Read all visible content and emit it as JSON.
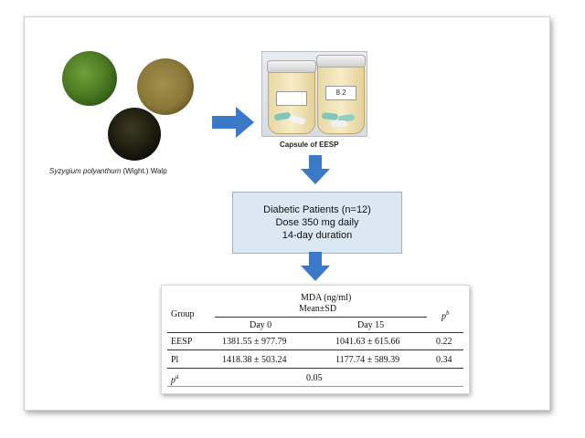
{
  "plant": {
    "name": "Syzygium polyanthum",
    "author": "(Wight.) Walp"
  },
  "capsule": {
    "jar_label_1": "",
    "jar_label_2": "8 2",
    "caption": "Capsule of EESP"
  },
  "treatment_box": {
    "line1": "Diabetic Patients (n=12)",
    "line2": "Dose 350 mg daily",
    "line3": "14-day duration"
  },
  "table": {
    "header": {
      "group": "Group",
      "measure": "MDA (ng/ml)",
      "stat": "Mean±SD",
      "p_b": "p",
      "p_b_sup": "b",
      "day0": "Day 0",
      "day15": "Day 15"
    },
    "rows": [
      {
        "group": "EESP",
        "day0": "1381.55 ± 977.79",
        "day15": "1041.63 ± 615.66",
        "p": "0.22"
      },
      {
        "group": "Pl",
        "day0": "1418.38 ± 503.24",
        "day15": "1177.74 ± 589.39",
        "p": "0.34"
      }
    ],
    "footer": {
      "label": "p",
      "label_sup": "a",
      "value": "0.05"
    }
  },
  "colors": {
    "arrow": "#3a78c8",
    "box_fill": "#dbe8f3"
  }
}
